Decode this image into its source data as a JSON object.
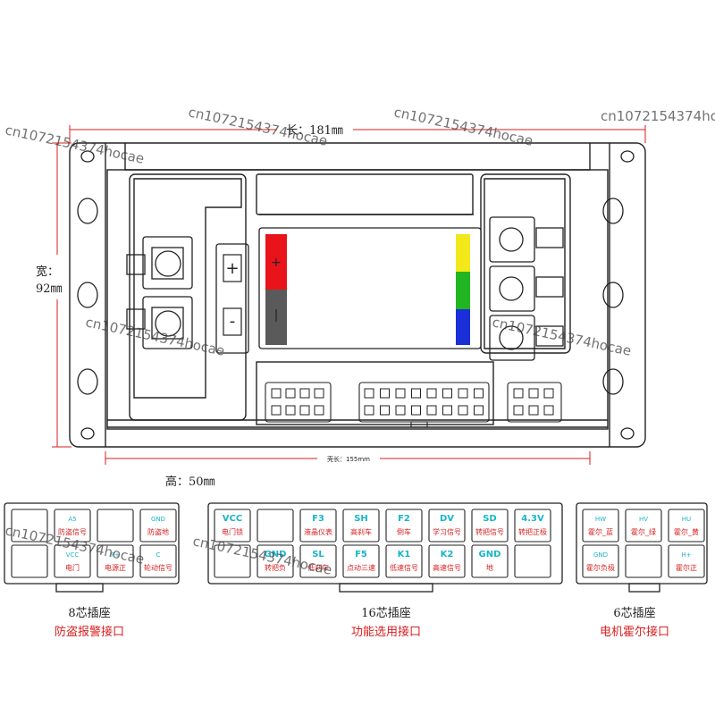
{
  "dimensions": {
    "length": "长：181㎜",
    "width_line1": "宽：",
    "width_line2": "92㎜",
    "height": "高：50㎜",
    "shell_length": "壳长：155mm"
  },
  "terminals": {
    "plus": "+",
    "minus": "-"
  },
  "watermarks": [
    "cn1072154374hocae",
    "cn1072154374hocae",
    "cn1072154374ho",
    "cn1072154374hocae",
    "cn1072154374hocae",
    "cn1072154374hocae",
    "cn1072154374hocae",
    "cn1072154374hocae"
  ],
  "colors": {
    "red": "#e8141a",
    "gray": "#5a5a5a",
    "yellow": "#f2e81a",
    "green": "#22b522",
    "blue": "#1a2fd8",
    "label_cyan": "#19b5c9",
    "label_red": "#d81e1e"
  },
  "connector8": {
    "caption_top": "8芯插座",
    "caption_bottom": "防盗报警接口",
    "pins": [
      {
        "top": "",
        "bottom": ""
      },
      {
        "top": "A5",
        "bottom": "防盗信号"
      },
      {
        "top": "",
        "bottom": ""
      },
      {
        "top": "GND",
        "bottom": "防盗地"
      },
      {
        "top": "",
        "bottom": ""
      },
      {
        "top": "VCC",
        "bottom": "电门"
      },
      {
        "top": "P+",
        "bottom": "电源正"
      },
      {
        "top": "C",
        "bottom": "轮动信号"
      }
    ]
  },
  "connector16": {
    "caption_top": "16芯插座",
    "caption_bottom": "功能选用接口",
    "pins": [
      {
        "top": "VCC",
        "bottom": "电门锁"
      },
      {
        "top": "",
        "bottom": ""
      },
      {
        "top": "F3",
        "bottom": "液晶仪表"
      },
      {
        "top": "SH",
        "bottom": "高刹车"
      },
      {
        "top": "F2",
        "bottom": "倒车"
      },
      {
        "top": "DV",
        "bottom": "学习信号"
      },
      {
        "top": "SD",
        "bottom": "转把信号"
      },
      {
        "top": "4.3V",
        "bottom": "转把正极"
      },
      {
        "top": "",
        "bottom": ""
      },
      {
        "top": "GND",
        "bottom": "转把负"
      },
      {
        "top": "SL",
        "bottom": "低刹车"
      },
      {
        "top": "F5",
        "bottom": "点动三速"
      },
      {
        "top": "K1",
        "bottom": "低速信号"
      },
      {
        "top": "K2",
        "bottom": "高速信号"
      },
      {
        "top": "GND",
        "bottom": "地"
      },
      {
        "top": "",
        "bottom": ""
      }
    ]
  },
  "connector6": {
    "caption_top": "6芯插座",
    "caption_bottom": "电机霍尔接口",
    "pins": [
      {
        "top": "HW",
        "bottom": "霍尔_蓝"
      },
      {
        "top": "HV",
        "bottom": "霍尔_绿"
      },
      {
        "top": "HU",
        "bottom": "霍尔_黄"
      },
      {
        "top": "GND",
        "bottom": "霍尔负极"
      },
      {
        "top": "",
        "bottom": ""
      },
      {
        "top": "H+",
        "bottom": "霍尔正"
      }
    ]
  }
}
